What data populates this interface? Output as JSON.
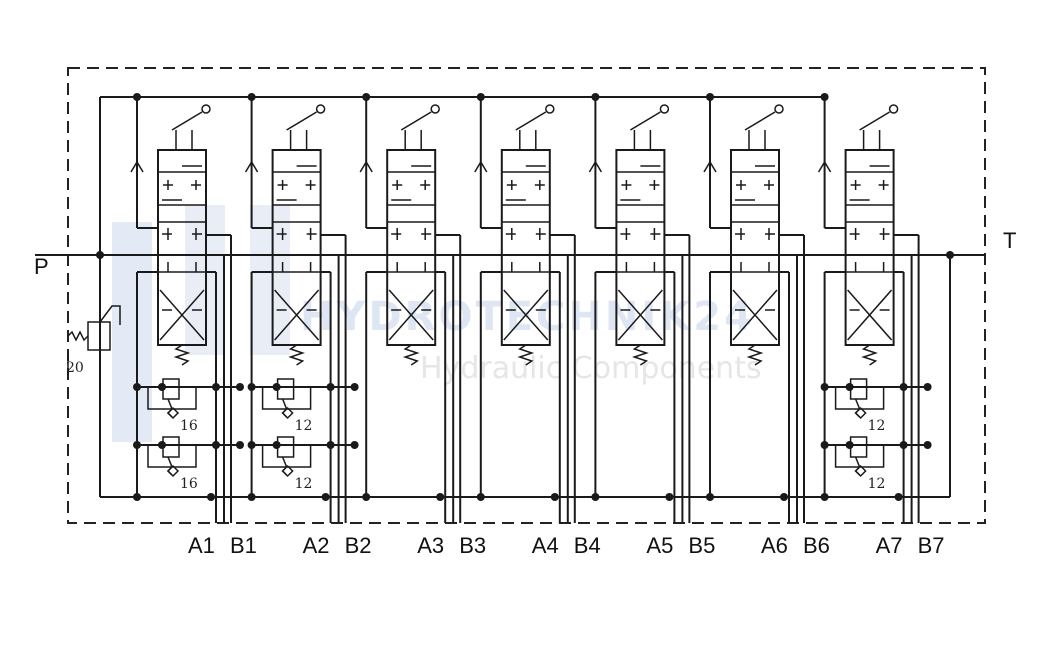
{
  "diagram": {
    "port_p": "P",
    "port_t": "T",
    "main_relief_setting": "20",
    "sections": [
      {
        "a": "A1",
        "b": "B1",
        "relief": [
          "16",
          "16"
        ]
      },
      {
        "a": "A2",
        "b": "B2",
        "relief": [
          "12",
          "12"
        ]
      },
      {
        "a": "A3",
        "b": "B3",
        "relief": []
      },
      {
        "a": "A4",
        "b": "B4",
        "relief": []
      },
      {
        "a": "A5",
        "b": "B5",
        "relief": []
      },
      {
        "a": "A6",
        "b": "B6",
        "relief": []
      },
      {
        "a": "A7",
        "b": "B7",
        "relief": [
          "12",
          "12"
        ]
      }
    ],
    "watermark": {
      "brand": "HYDROTECHNIK24",
      "sub": "Hydraulic Components"
    }
  }
}
